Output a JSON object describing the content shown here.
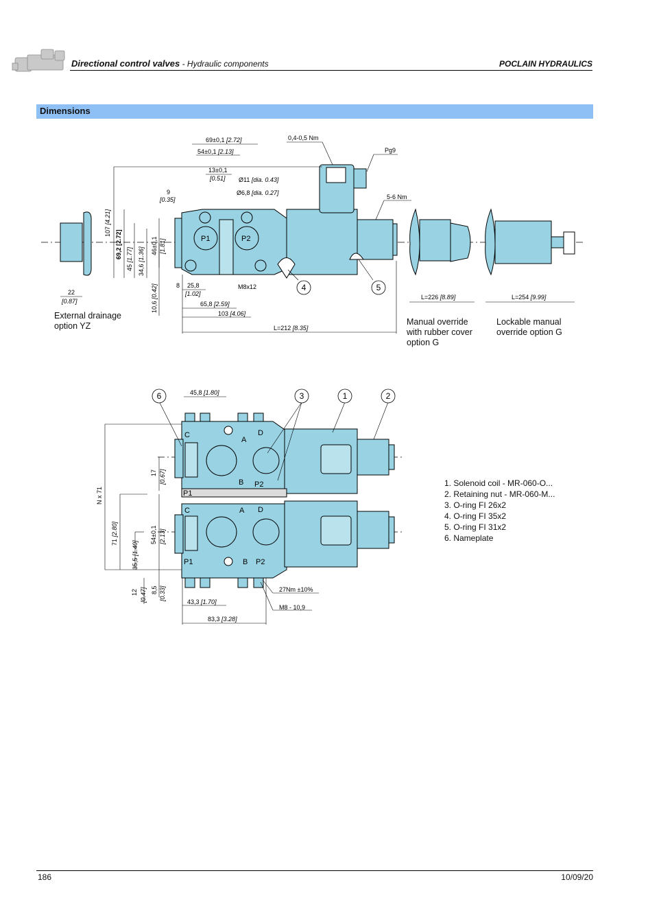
{
  "header": {
    "title_bold": "Directional control valves",
    "title_rest": " - Hydraulic components",
    "brand": "POCLAIN HYDRAULICS"
  },
  "section": {
    "title": "Dimensions"
  },
  "view1": {
    "dims": {
      "d69": "69±0,1",
      "d69i": "[2.72]",
      "d54": "54±0,1",
      "d54i": "[2.13]",
      "d13": "13±0,1",
      "d13i": "[0.51]",
      "d11": "Ø11",
      "d11i": "[dia. 0.43]",
      "d68": "Ø6,8",
      "d68i": "[dia. 0.27]",
      "d9": "9",
      "d9i": "[0.35]",
      "torque_nut": "0,4-0,5 Nm",
      "pg9": "Pg9",
      "torque_override": "5-6 Nm",
      "d107": "107",
      "d107i": "[4.21]",
      "d692": "69,2",
      "d692i": "[2.72]",
      "d45": "45",
      "d45i": "[1.77]",
      "d346": "34,6",
      "d346i": "[1.36]",
      "d46": "46±0,1",
      "d46i": "[1.81]",
      "d106": "10,6",
      "d106i": "[0.42]",
      "d8": "8",
      "d258": "25,8",
      "d258i": "[1.02]",
      "m8": "M8x12",
      "d658": "65,8",
      "d658i": "[2.59]",
      "d103": "103",
      "d103i": "[4.06]",
      "d212": "L=212",
      "d212i": "[8.35]",
      "d22": "22",
      "d22i": "[0.87]",
      "d226": "L=226",
      "d226i": "[8.89]",
      "d254": "L=254",
      "d254i": "[9.99]",
      "p1": "P1",
      "p2": "P2",
      "c4": "4",
      "c5": "5"
    },
    "captions": {
      "drain_line1": "External   drainage",
      "drain_line2": "option YZ",
      "manual_line1": "Manual   override",
      "manual_line2": "with rubber cover",
      "manual_line3": "option G",
      "lock_line1": "Lockable  manual",
      "lock_line2": "override option G"
    }
  },
  "view2": {
    "dims": {
      "d458": "45,8",
      "d458i": "[1.80]",
      "nx71": "N x 71",
      "d71": "71",
      "d71i": "[2.80]",
      "d355": "35,5",
      "d355i": "[1.40]",
      "d17": "17",
      "d17i": "[0.67]",
      "d54": "54±0,1",
      "d54i": "[2.13]",
      "d12": "12",
      "d12i": "[0.47]",
      "d85": "8,5",
      "d85i": "[0.33]",
      "d433": "43,3",
      "d433i": "[1.70]",
      "d833": "83,3",
      "d833i": "[3.28]",
      "torque": "27Nm ±10%",
      "m8": "M8 - 10,9",
      "c": "C",
      "d": "D",
      "a": "A",
      "b": "B",
      "p1": "P1",
      "p2": "P2",
      "c1": "1",
      "c2": "2",
      "c3": "3",
      "c6": "6"
    }
  },
  "legend": {
    "items": [
      "1. Solenoid coil - MR-060-O...",
      "2. Retaining nut - MR-060-M...",
      "3. O-ring FI 26x2",
      "4. O-ring FI 35x2",
      "5. O-ring FI 31x2",
      "6. Nameplate"
    ]
  },
  "footer": {
    "page": "186",
    "date": "10/09/20"
  },
  "colors": {
    "body": "#99d3e3",
    "band": "#8fc0f5"
  }
}
